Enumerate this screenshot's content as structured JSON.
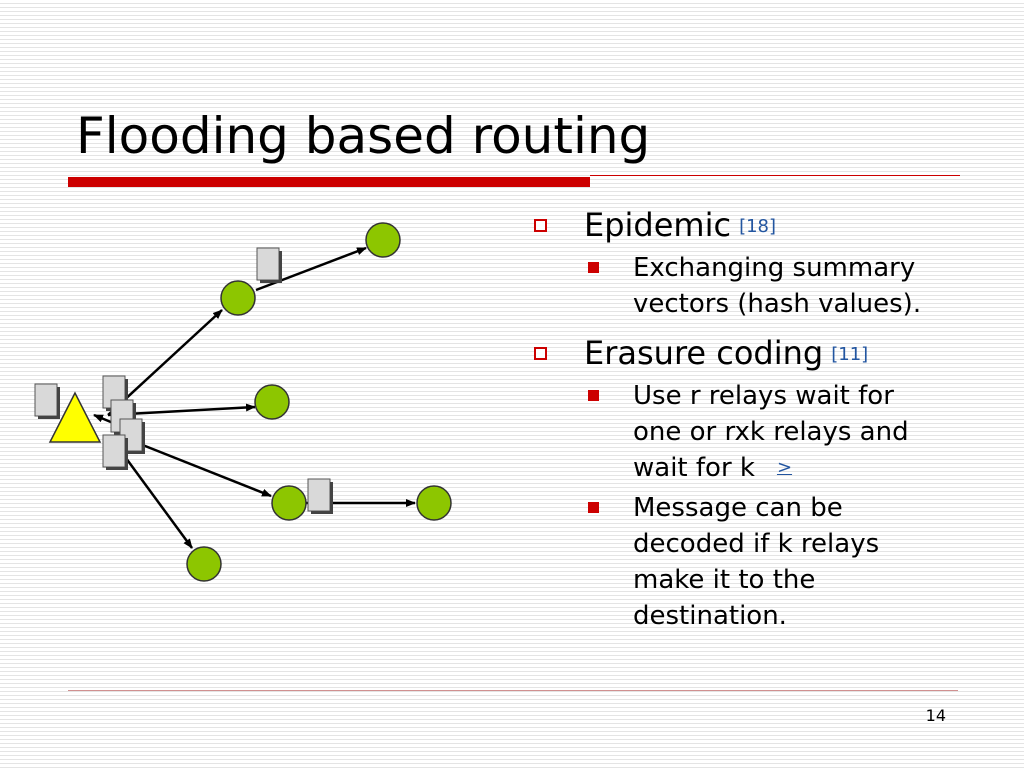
{
  "slide": {
    "title": "Flooding based routing",
    "page_number": "14"
  },
  "colors": {
    "accent": "#cc0000",
    "node_fill": "#8dc600",
    "source_fill": "#ffff00",
    "link": "#2255a0"
  },
  "bullets": [
    {
      "text": "Epidemic",
      "citation": "[18]",
      "sub": [
        {
          "text": "Exchanging summary vectors (hash values).",
          "lines": [
            "Exchanging summary",
            "vectors (hash values)."
          ]
        }
      ]
    },
    {
      "text": "Erasure coding",
      "citation": "[11]",
      "sub": [
        {
          "text": "Use r relays wait for one or rxk relays and wait for k",
          "lines": [
            "Use r relays wait for",
            "one or rxk relays and",
            "wait for k"
          ],
          "link": ">"
        },
        {
          "text": "Message can be decoded if k relays make it to the destination.",
          "lines": [
            "Message can be",
            "decoded if k relays",
            "make it to the",
            "destination."
          ]
        }
      ]
    }
  ],
  "diagram": {
    "source_icon": "triangle-icon",
    "node_icon": "circle-icon",
    "message_icon": "document-icon"
  }
}
